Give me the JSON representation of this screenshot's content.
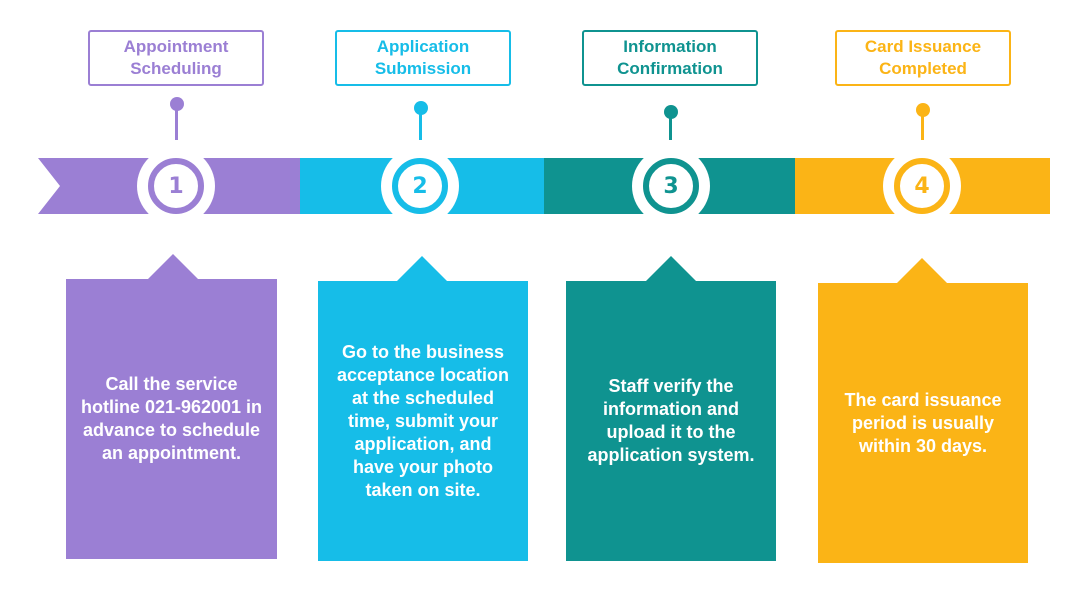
{
  "steps": [
    {
      "number": "1",
      "title_line1": "Appointment",
      "title_line2": "Scheduling",
      "description": "Call the service hotline 021-962001 in advance to schedule an appointment.",
      "color": "#9b7fd4"
    },
    {
      "number": "2",
      "title_line1": "Application",
      "title_line2": "Submission",
      "description": "Go to the business acceptance location at the scheduled time, submit your application, and have your photo taken on site.",
      "color": "#16bde8"
    },
    {
      "number": "3",
      "title_line1": "Information",
      "title_line2": "Confirmation",
      "description": "Staff verify the information and upload it to the application system.",
      "color": "#0f9390"
    },
    {
      "number": "4",
      "title_line1": "Card Issuance",
      "title_line2": "Completed",
      "description": "The card issuance period is usually within 30 days.",
      "color": "#fbb416"
    }
  ]
}
